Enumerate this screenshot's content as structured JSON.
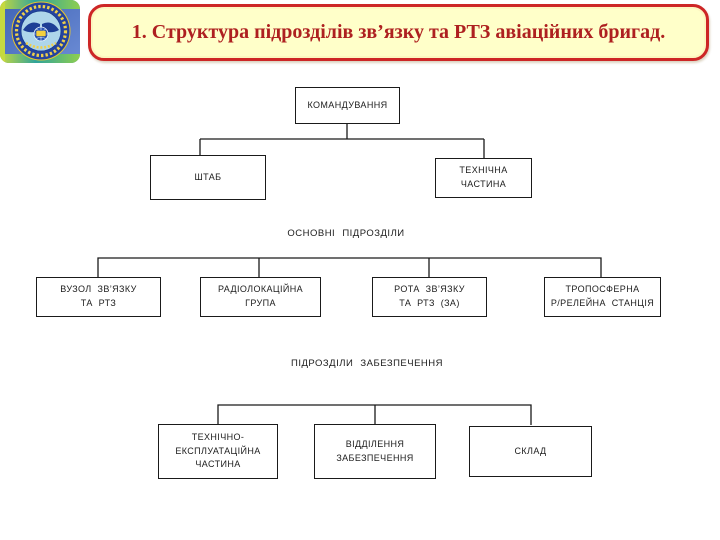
{
  "slide": {
    "title": "1. Структура підрозділів зв’язку та РТЗ авіаційних бригад.",
    "colors": {
      "banner_fill": "#ffffc9",
      "banner_border": "#cd2626",
      "title_text": "#ae2020",
      "node_border": "#1a1a1a",
      "node_fill": "#ffffff"
    }
  },
  "logo": {
    "icon": "aviation-university-emblem"
  },
  "orgchart": {
    "command": "КОМАНДУВАННЯ",
    "staff": "ШТАБ",
    "technical_part": "ТЕХНІЧНА\nЧАСТИНА",
    "main_units_label": "ОСНОВНІ ПІДРОЗДІЛИ",
    "main_units": [
      "ВУЗОЛ ЗВ’ЯЗКУ\nТА РТЗ",
      "РАДІОЛОКАЦІЙНА\nГРУПА",
      "РОТА ЗВ’ЯЗКУ\nТА РТЗ (ЗА)",
      "ТРОПОСФЕРНА\nР/РЕЛЕЙНА СТАНЦІЯ"
    ],
    "support_units_label": "ПІДРОЗДІЛИ ЗАБЕЗПЕЧЕННЯ",
    "support_units": [
      "ТЕХНІЧНО-\nЕКСПЛУАТАЦІЙНА\nЧАСТИНА",
      "ВІДДІЛЕННЯ\nЗАБЕЗПЕЧЕННЯ",
      "СКЛАД"
    ]
  }
}
